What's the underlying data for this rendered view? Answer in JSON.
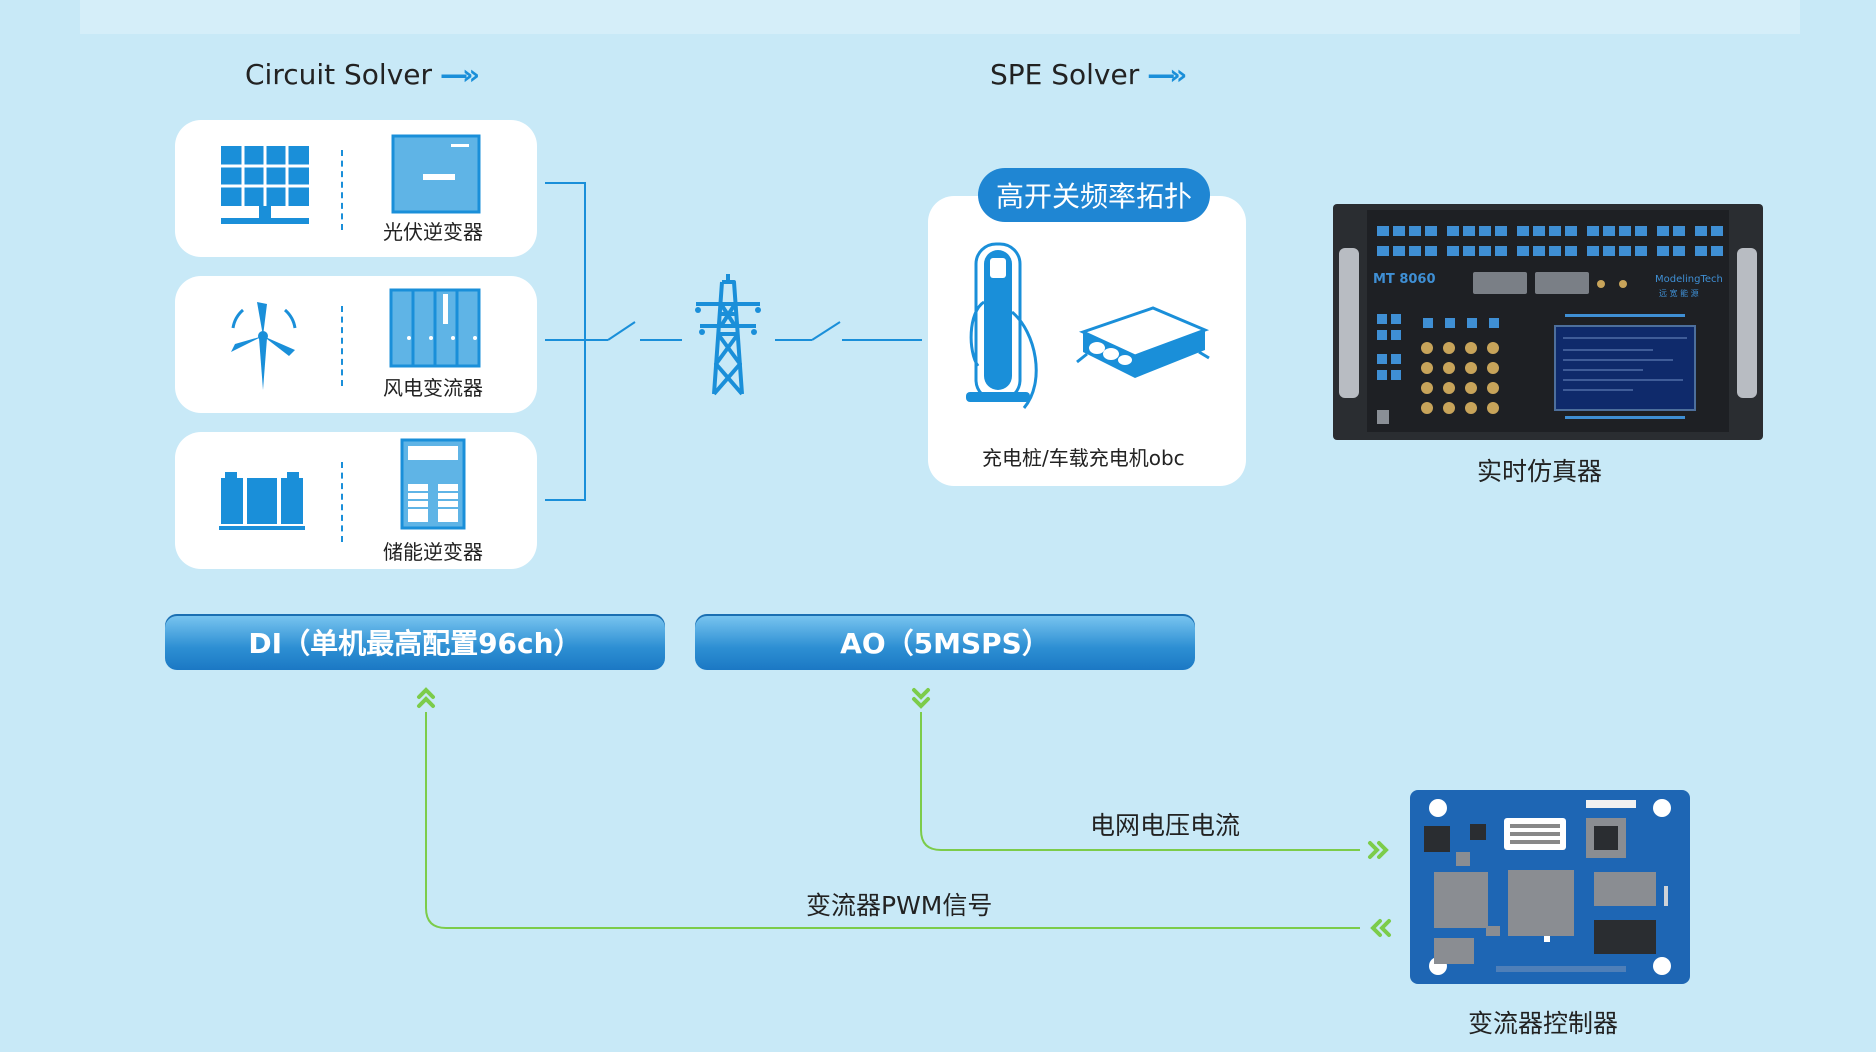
{
  "solvers": {
    "circuit": "Circuit Solver",
    "spe": "SPE Solver",
    "arrow": "—»"
  },
  "sources": [
    {
      "label": "光伏逆变器",
      "icon": "solar-panel-icon",
      "device_icon": "inverter-icon"
    },
    {
      "label": "风电变流器",
      "icon": "wind-turbine-icon",
      "device_icon": "cabinet-icon"
    },
    {
      "label": "储能逆变器",
      "icon": "battery-icon",
      "device_icon": "storage-cabinet-icon"
    }
  ],
  "hf_topology": {
    "title": "高开关频率拓扑",
    "caption": "充电桩/车载充电机obc"
  },
  "simulator": {
    "caption": "实时仿真器",
    "model": "MT 8060",
    "brand": "ModelingTech",
    "brand_cn": "远 宽 能 源"
  },
  "bars": {
    "di": "DI（单机最高配置96ch）",
    "ao": "AO（5MSPS）"
  },
  "signals": {
    "grid": "电网电压电流",
    "pwm": "变流器PWM信号"
  },
  "controller": {
    "caption": "变流器控制器"
  },
  "colors": {
    "accent": "#1a8fd9",
    "signal_green": "#7ccc4a",
    "background": "#c8e9f7"
  }
}
